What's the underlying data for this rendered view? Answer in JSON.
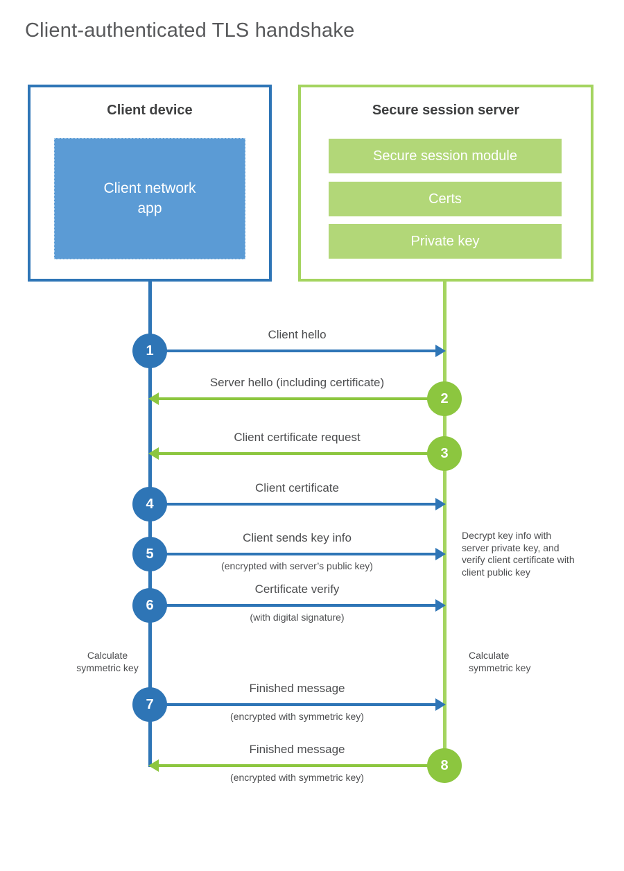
{
  "title": "Client-authenticated TLS handshake",
  "colors": {
    "blue": "#2e75b6",
    "blue_fill": "#5b9bd5",
    "green": "#8cc63f",
    "green_mid": "#a4d45f",
    "green_bar": "#b2d778"
  },
  "client": {
    "header": "Client device",
    "app_label": "Client network app"
  },
  "server": {
    "header": "Secure session server",
    "modules": [
      {
        "label": "Secure session module"
      },
      {
        "label": "Certs"
      },
      {
        "label": "Private key"
      }
    ]
  },
  "messages": [
    {
      "num": "1",
      "label": "Client hello",
      "direction": "client-to-server"
    },
    {
      "num": "2",
      "label": "Server hello (including certificate)",
      "direction": "server-to-client"
    },
    {
      "num": "3",
      "label": "Client certificate request",
      "direction": "server-to-client"
    },
    {
      "num": "4",
      "label": "Client certificate",
      "direction": "client-to-server"
    },
    {
      "num": "5",
      "label": "Client sends key info",
      "sublabel": "(encrypted with server’s public key)",
      "direction": "client-to-server"
    },
    {
      "num": "6",
      "label": "Certificate verify",
      "sublabel": "(with digital signature)",
      "direction": "client-to-server"
    },
    {
      "num": "7",
      "label": "Finished message",
      "sublabel": "(encrypted with symmetric key)",
      "direction": "client-to-server"
    },
    {
      "num": "8",
      "label": "Finished message",
      "sublabel": "(encrypted with symmetric key)",
      "direction": "server-to-client"
    }
  ],
  "annotations": {
    "decrypt_note": "Decrypt key info with server private key, and verify client certificate with client public key",
    "calc_left": "Calculate symmetric key",
    "calc_right": "Calculate symmetric key"
  }
}
